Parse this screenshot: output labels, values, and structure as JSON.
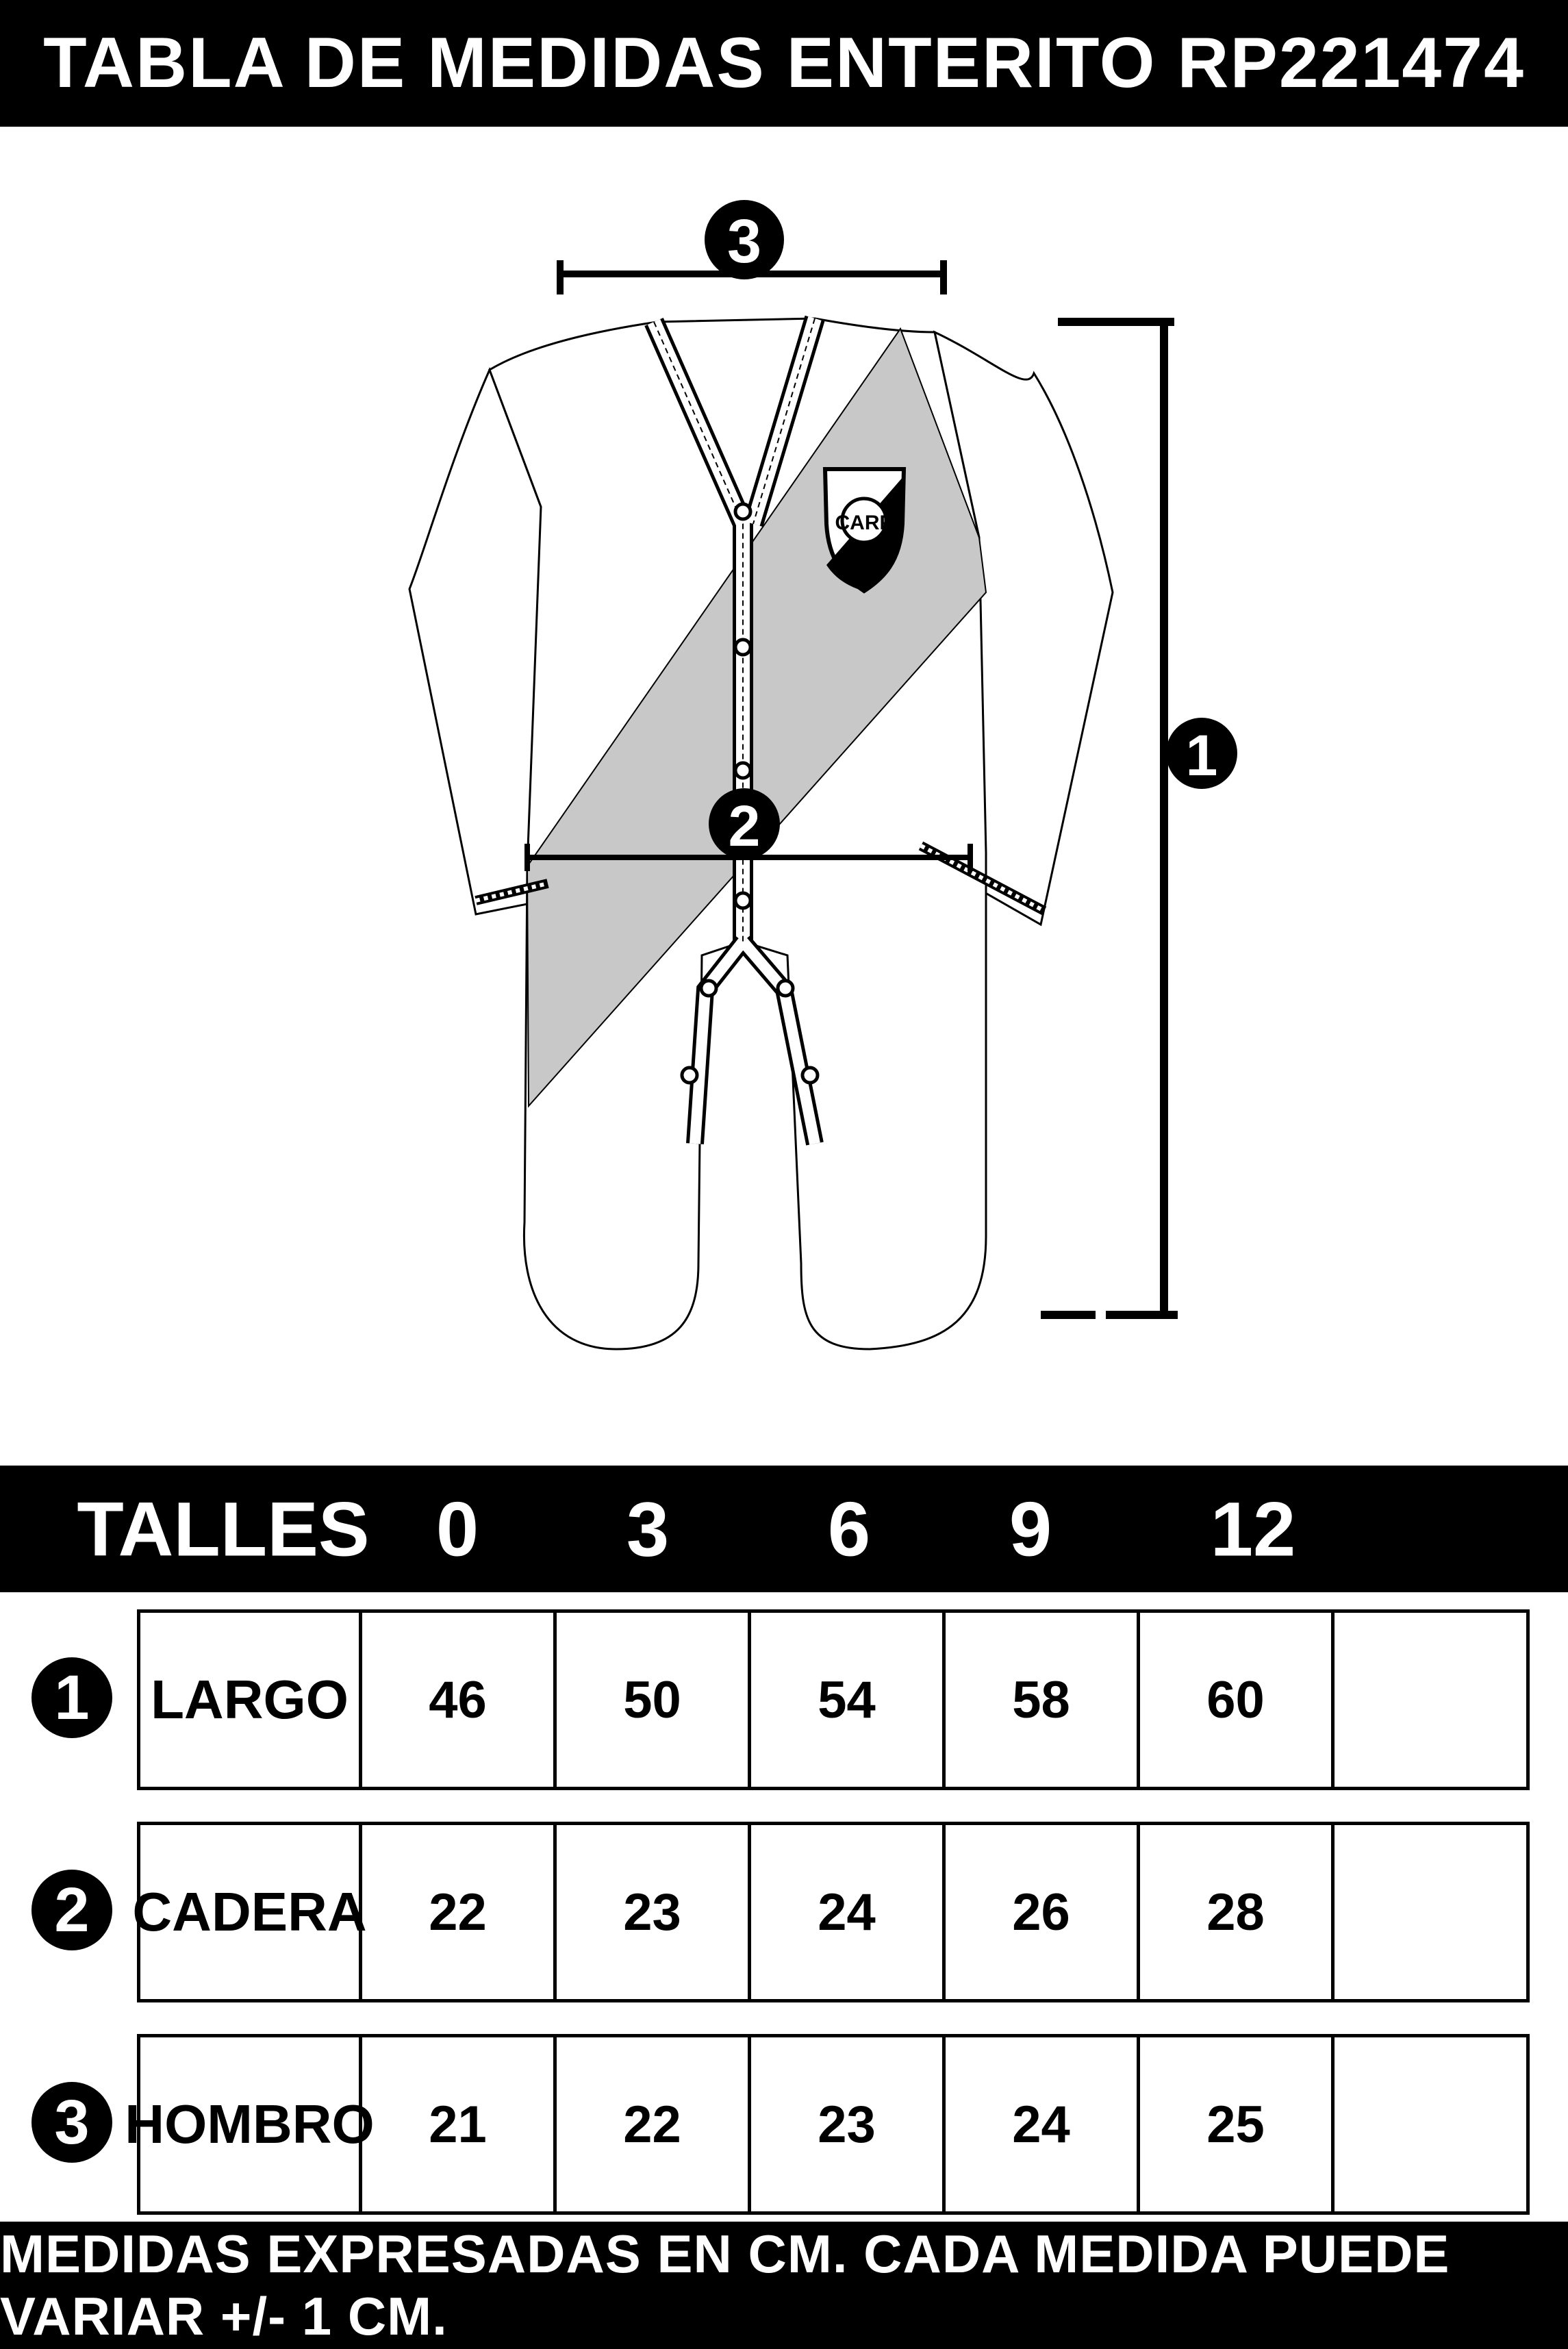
{
  "header": {
    "title": "TABLA DE MEDIDAS ENTERITO RP221474"
  },
  "diagram": {
    "marker_1": "1",
    "marker_2": "2",
    "marker_3": "3",
    "crest_text": "CARP",
    "band_color": "#c8c8c8"
  },
  "table": {
    "header_label": "TALLES",
    "sizes": [
      "0",
      "3",
      "6",
      "9",
      "12"
    ],
    "rows": [
      {
        "marker": "1",
        "label": "LARGO",
        "values": [
          "46",
          "50",
          "54",
          "58",
          "60"
        ]
      },
      {
        "marker": "2",
        "label": "CADERA",
        "values": [
          "22",
          "23",
          "24",
          "26",
          "28"
        ]
      },
      {
        "marker": "3",
        "label": "HOMBRO",
        "values": [
          "21",
          "22",
          "23",
          "24",
          "25"
        ]
      }
    ]
  },
  "footer": {
    "note": "MEDIDAS EXPRESADAS EN CM. CADA MEDIDA PUEDE VARIAR +/- 1 CM."
  }
}
